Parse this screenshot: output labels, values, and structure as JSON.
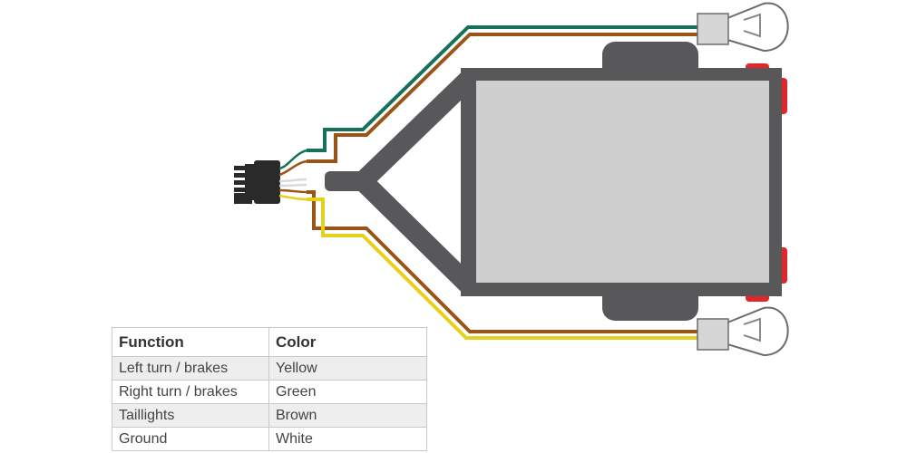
{
  "colors": {
    "frame": "#58585a",
    "trailer_bed": "#cfcfd0",
    "fender": "#58585a",
    "marker_light": "#e0262b",
    "wire_green": "#16705a",
    "wire_brown": "#9a5416",
    "wire_yellow": "#e8d01e",
    "wire_white": "#d9d9d9",
    "connector": "#2a2a2a",
    "bulb_base": "#d6d6d6"
  },
  "icons": {
    "connector": "four-way-flat-connector-icon",
    "bulb_top": "light-bulb-icon",
    "bulb_bottom": "light-bulb-icon"
  },
  "table": {
    "headers": [
      "Function",
      "Color"
    ],
    "rows": [
      [
        "Left turn / brakes",
        "Yellow"
      ],
      [
        "Right turn / brakes",
        "Green"
      ],
      [
        "Taillights",
        "Brown"
      ],
      [
        "Ground",
        "White"
      ]
    ]
  }
}
